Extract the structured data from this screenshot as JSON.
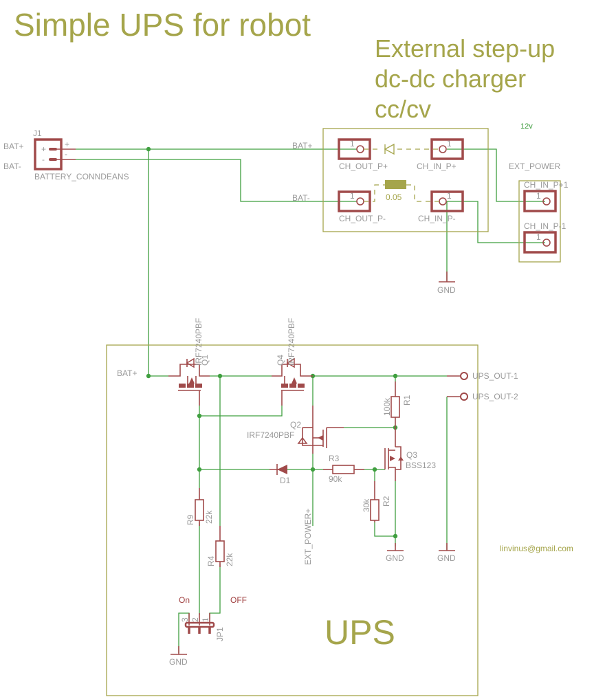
{
  "titles": {
    "main": "Simple UPS for robot",
    "charger_line1": "External step-up",
    "charger_line2": "dc-dc charger",
    "charger_line3": "cc/cv",
    "ups_block": "UPS",
    "author_email": "linvinus@gmail.com"
  },
  "battery_connector": {
    "ref": "J1",
    "name": "BATTERY_CONNDEANS",
    "pin_plus": "+",
    "pin_minus": "-",
    "net_plus": "BAT+",
    "net_minus": "BAT-"
  },
  "charger": {
    "net_batplus": "BAT+",
    "net_batminus": "BAT-",
    "pad_out_plus": "CH_OUT_P+",
    "pad_in_plus": "CH_IN_P+",
    "pad_out_minus": "CH_OUT_P-",
    "pad_in_minus": "CH_IN_P-",
    "shunt_value": "0.05",
    "pin_number": "1",
    "voltage_note": "12v"
  },
  "ext_power": {
    "name": "EXT_POWER",
    "pad_plus": "CH_IN_P+1",
    "pad_minus": "CH_IN_P-1",
    "pin_number": "1"
  },
  "ups": {
    "net_batplus": "BAT+",
    "q1": {
      "ref": "Q1",
      "part": "IRF7240PBF"
    },
    "q4": {
      "ref": "Q4",
      "part": "IRF7240PBF"
    },
    "q2": {
      "ref": "Q2",
      "part": "IRF7240PBF"
    },
    "q3": {
      "ref": "Q3",
      "part": "BSS123"
    },
    "r1": {
      "ref": "R1",
      "value": "100k"
    },
    "r2": {
      "ref": "R2",
      "value": "30k"
    },
    "r3": {
      "ref": "R3",
      "value": "90k"
    },
    "r4": {
      "ref": "R4",
      "value": "22k"
    },
    "r9": {
      "ref": "R9",
      "value": "22k"
    },
    "d1": {
      "ref": "D1"
    },
    "jp1": {
      "ref": "JP1",
      "pin1": "1",
      "pin2": "2",
      "pin3": "3",
      "label_on": "On",
      "label_off": "OFF"
    },
    "net_ext_power": "EXT_POWER+",
    "out1": "UPS_OUT-1",
    "out2": "UPS_OUT-2",
    "gnd": "GND"
  }
}
